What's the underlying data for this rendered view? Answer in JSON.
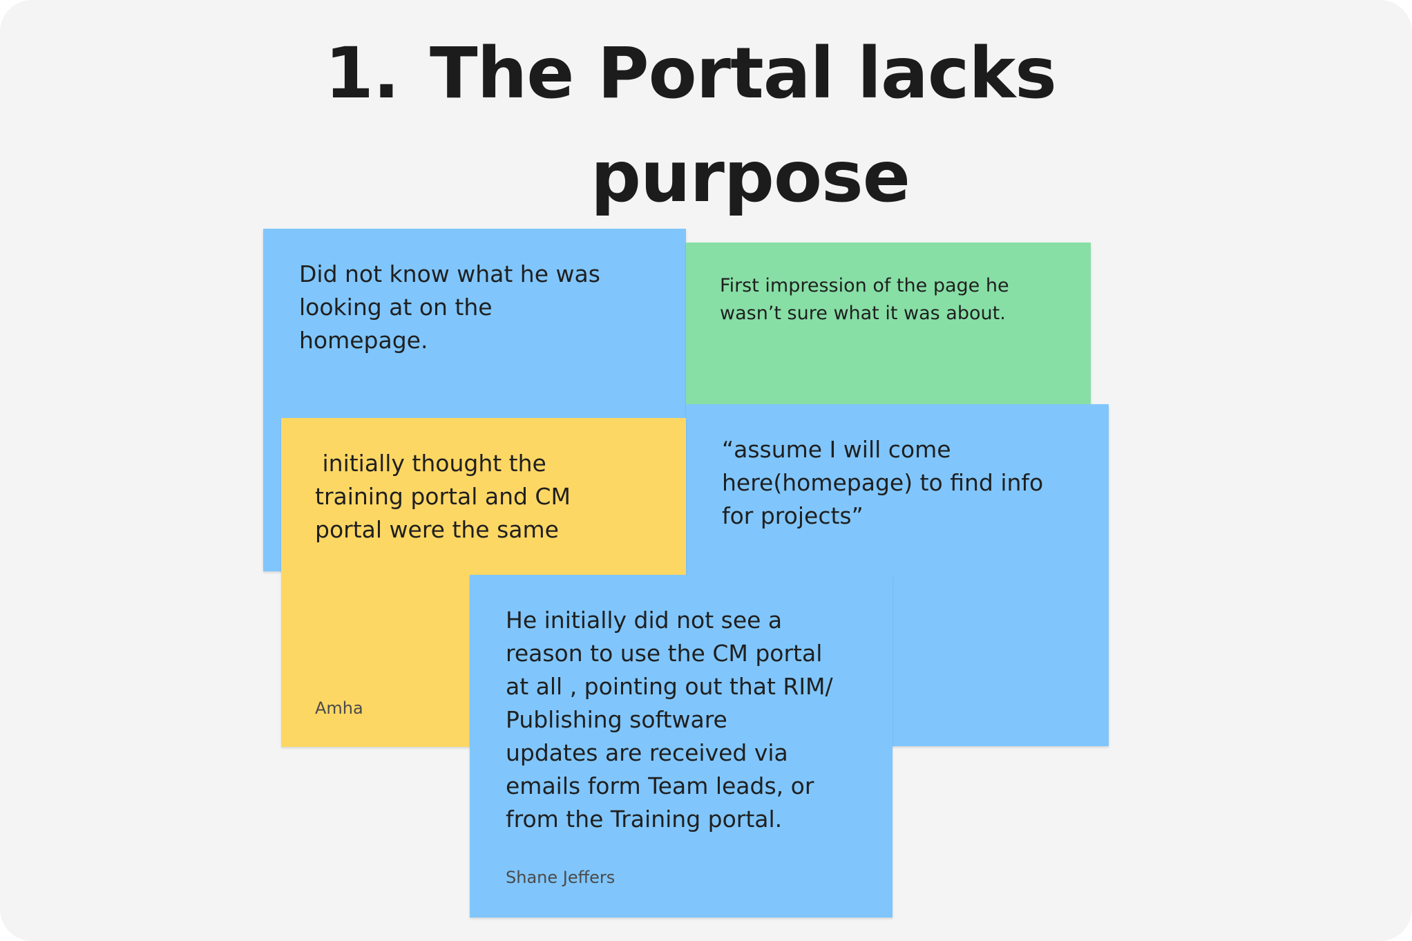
{
  "heading": {
    "number": "1.",
    "line1": "The Portal lacks",
    "line2": "purpose"
  },
  "notes": [
    {
      "color": "#80c6fc",
      "lines": [
        "Did not know what he was",
        "looking at on the",
        "homepage."
      ]
    },
    {
      "color": "#87dfa6",
      "lines": [
        "First impression of the page he",
        "wasn’t sure what it was about."
      ]
    },
    {
      "color": "#80c6fc",
      "lines": [
        "“assume I will come",
        "here(homepage) to find info",
        "for projects”"
      ]
    },
    {
      "color": "#fdd764",
      "lines": [
        " initially thought the",
        "training portal and CM",
        "portal were the same"
      ],
      "author": "Amha"
    },
    {
      "color": "#80c6fc",
      "lines": [
        "He initially did not see a",
        "reason to use the CM portal",
        "at all , pointing out that RIM/",
        "Publishing software",
        "updates are received via",
        "emails form Team leads, or",
        "from the Training portal."
      ],
      "author": "Shane Jeffers"
    }
  ]
}
